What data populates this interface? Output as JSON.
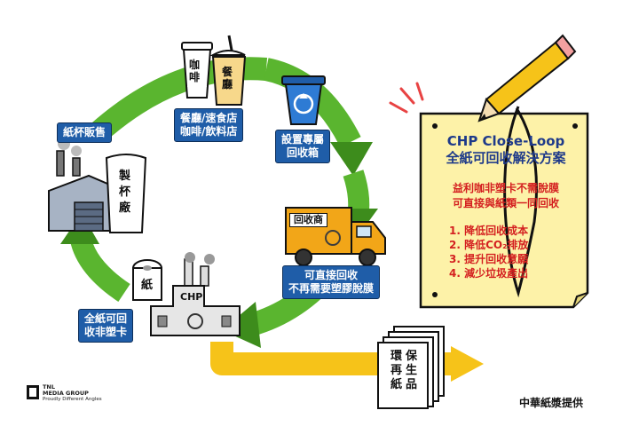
{
  "labels": {
    "paper_cup_sales": "紙杯販售",
    "restaurant_line1": "餐廳/速食店",
    "restaurant_line2": "咖啡/飲料店",
    "bin_line1": "設置專屬",
    "bin_line2": "回收箱",
    "direct_line1": "可直接回收",
    "direct_line2": "不再需要塑膠脫膜",
    "paper_line1": "全紙可回",
    "paper_line2": "收非塑卡"
  },
  "icons": {
    "cup_coffee_c1": "咖",
    "cup_coffee_c2": "啡",
    "cup_rest_c1": "餐",
    "cup_rest_c2": "廳",
    "factory_c1": "製",
    "factory_c2": "杯",
    "factory_c3": "廠",
    "truck_label": "回收商",
    "tissue_label": "紙",
    "chp_label": "CHP",
    "recycled_c1": "環",
    "recycled_c2": "保",
    "recycled_c3": "再",
    "recycled_c4": "生",
    "recycled_c5": "紙",
    "recycled_c6": "品"
  },
  "note": {
    "title_line1": "CHP Close-Loop",
    "title_line2": "全紙可回收解決方案",
    "sub_line1": "益利咖非塑卡不需脫膜",
    "sub_line2": "可直接與紙類一同回收",
    "items": [
      "1. 降低回收成本",
      "2. 降低CO₂排放",
      "3. 提升回收意願",
      "4. 減少垃圾產出"
    ]
  },
  "logo": {
    "line1": "TNL",
    "line2": "MEDIA GROUP",
    "line3": "Proudly Different Angles"
  },
  "credit": "中華紙漿提供",
  "colors": {
    "arrow_green": "#5ab52f",
    "arrow_dark_green": "#3d8c1c",
    "arrow_yellow": "#f6c319",
    "label_blue": "#1f5da8",
    "note_yellow": "#fdf2a8",
    "note_red": "#d42020",
    "note_blue": "#1e3a8a",
    "truck_orange": "#f2a618",
    "bin_blue": "#2e7bd4"
  }
}
